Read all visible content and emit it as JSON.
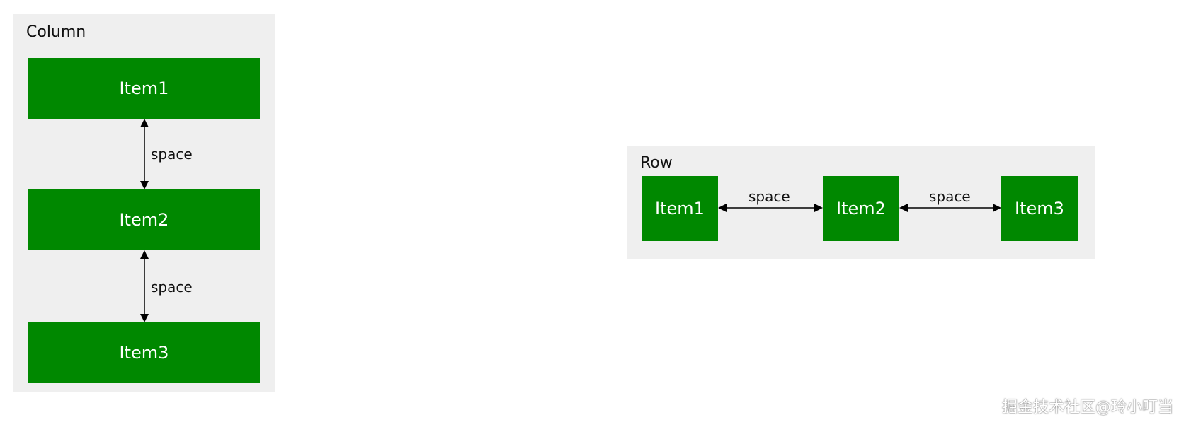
{
  "column_panel": {
    "title": "Column",
    "items": [
      "Item1",
      "Item2",
      "Item3"
    ],
    "spacing_labels": [
      "space",
      "space"
    ]
  },
  "row_panel": {
    "title": "Row",
    "items": [
      "Item1",
      "Item2",
      "Item3"
    ],
    "spacing_labels": [
      "space",
      "space"
    ]
  },
  "watermark": "掘金技术社区@玲小叮当",
  "colors": {
    "panel_background": "#efefef",
    "item_fill": "#008800",
    "item_text": "#ffffff",
    "text": "#111111",
    "arrow": "#000000"
  }
}
